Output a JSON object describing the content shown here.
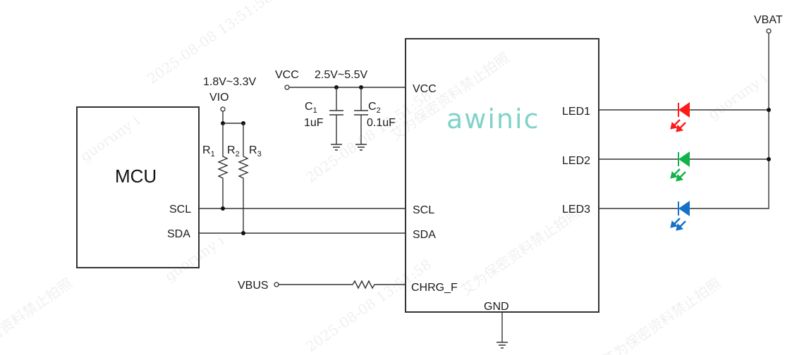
{
  "watermarks": [
    "2025-08-08  13:51:58",
    "guoruny i",
    "艾为保密资料禁止拍照"
  ],
  "mcu": {
    "label": "MCU",
    "pins": {
      "scl": "SCL",
      "sda": "SDA"
    }
  },
  "vio": {
    "voltage": "1.8V~3.3V",
    "label": "VIO"
  },
  "pullups": [
    {
      "name": "R",
      "index": "1"
    },
    {
      "name": "R",
      "index": "2"
    },
    {
      "name": "R",
      "index": "3"
    }
  ],
  "vcc": {
    "label": "VCC",
    "voltage": "2.5V~5.5V"
  },
  "capacitors": [
    {
      "name": "C",
      "index": "1",
      "value": "1uF"
    },
    {
      "name": "C",
      "index": "2",
      "value": "0.1uF"
    }
  ],
  "chip": {
    "brand": "awinic",
    "pins_left": {
      "vcc": "VCC",
      "scl": "SCL",
      "sda": "SDA",
      "chrg": "CHRG_F"
    },
    "pins_right": {
      "led1": "LED1",
      "led2": "LED2",
      "led3": "LED3"
    },
    "pin_bottom": {
      "gnd": "GND"
    }
  },
  "vbus": {
    "label": "VBUS"
  },
  "vbat": {
    "label": "VBAT"
  },
  "leds": [
    {
      "name": "led-red",
      "color": "#ff1a1a"
    },
    {
      "name": "led-green",
      "color": "#12b24a"
    },
    {
      "name": "led-blue",
      "color": "#1570c8"
    }
  ]
}
